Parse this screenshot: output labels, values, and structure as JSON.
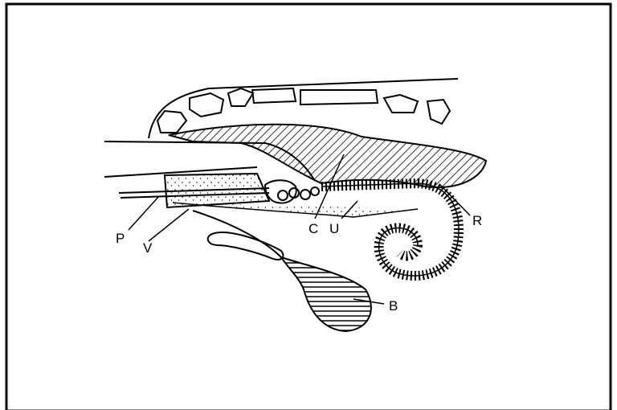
{
  "labels": {
    "p": "P",
    "v": "V",
    "c": "C",
    "u": "U",
    "r": "R",
    "b": "B"
  },
  "colors": {
    "stroke": "#000000",
    "background": "#ffffff"
  }
}
